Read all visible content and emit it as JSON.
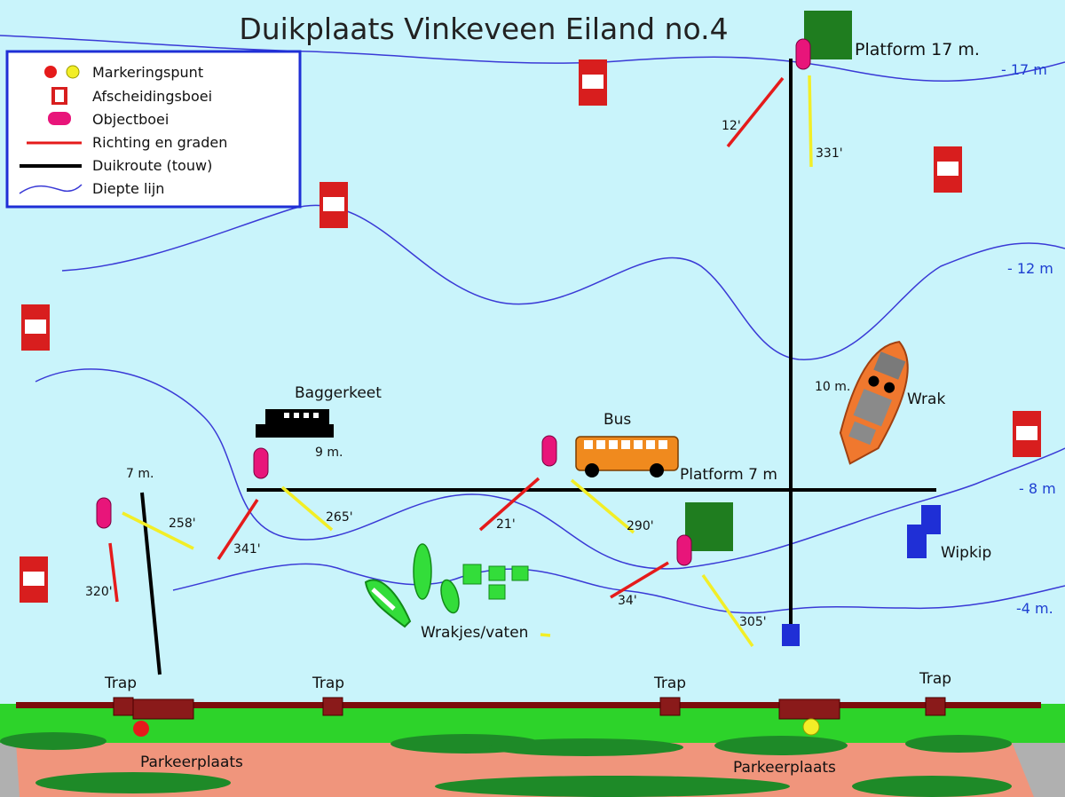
{
  "title": "Duikplaats Vinkeveen Eiland no.4",
  "legend": {
    "items": [
      {
        "id": "marker",
        "label": "Markeringspunt"
      },
      {
        "id": "separator",
        "label": "Afscheidingsboei"
      },
      {
        "id": "object",
        "label": "Objectboei"
      },
      {
        "id": "direction",
        "label": "Richting en graden"
      },
      {
        "id": "route",
        "label": "Duikroute (touw)"
      },
      {
        "id": "depthline",
        "label": "Diepte lijn"
      }
    ]
  },
  "depths": {
    "d17": "- 17 m",
    "d12": "- 12 m",
    "d8": "- 8 m",
    "d4": "-4  m."
  },
  "places": {
    "platform17": "Platform 17 m.",
    "platform7": "Platform 7 m",
    "baggerkeet": "Baggerkeet",
    "baggerkeet_depth": "9 m.",
    "bus": "Bus",
    "wrak": "Wrak",
    "wrak_depth": "10 m.",
    "wipkip": "Wipkip",
    "wrakjes": "Wrakjes/vaten",
    "start_depth": "7 m.",
    "parking": "Parkeerplaats"
  },
  "bearings": {
    "b12": "12'",
    "b331": "331'",
    "b258": "258'",
    "b320": "320'",
    "b341": "341'",
    "b265": "265'",
    "b21": "21'",
    "b290": "290'",
    "b34": "34'",
    "b305": "305'"
  },
  "shore": {
    "trap": "Trap"
  },
  "colors": {
    "water": "#c9f4fb",
    "depth_line": "#3a3ad6",
    "route": "#000000",
    "bearing_red": "#e51b1b",
    "bearing_yellow": "#f2ee27",
    "object_buoy": "#e8157a",
    "separator_buoy": "#d81e1e",
    "grass": "#2dd32a",
    "shore_bar": "#7c0c0c",
    "parking": "#f0957c",
    "bus": "#f08a1e",
    "wreck": "#f0782e",
    "platform": "#1f7d1f",
    "wipkip": "#1f2fd6",
    "wrakjes": "#33dd3a",
    "legend_border": "#1f2fd6"
  }
}
